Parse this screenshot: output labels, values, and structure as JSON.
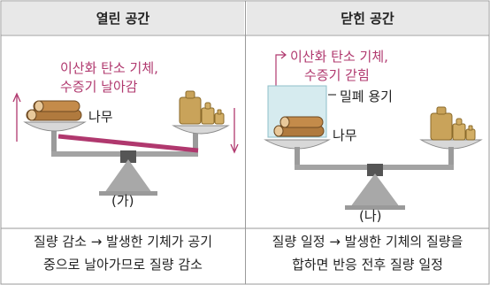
{
  "table": {
    "left_header": "열린 공간",
    "right_header": "닫힌 공간",
    "left_caption_line1": "질량 감소 → 발생한 기체가 공기",
    "left_caption_line2": "중으로 날아가므로 질량 감소",
    "right_caption_line1": "질량 일정 → 발생한 기체의 질량을",
    "right_caption_line2": "합하면 반응 전후 질량 일정"
  },
  "left_panel": {
    "gas_label_line1": "이산화 탄소 기체,",
    "gas_label_line2": "수증기 날아감",
    "wood_label": "나무",
    "panel_label": "(가)"
  },
  "right_panel": {
    "gas_label_line1": "이산화 탄소 기체,",
    "gas_label_line2": "수증기 갇힘",
    "container_label": "밀폐 용기",
    "wood_label": "나무",
    "panel_label": "(나)"
  },
  "colors": {
    "header_bg": "#e8e8e8",
    "accent_pink": "#b0386e",
    "container_fill": "#cfe8ec",
    "scale_gray": "#8a8a8a",
    "weight_gold": "#c9a35a"
  }
}
